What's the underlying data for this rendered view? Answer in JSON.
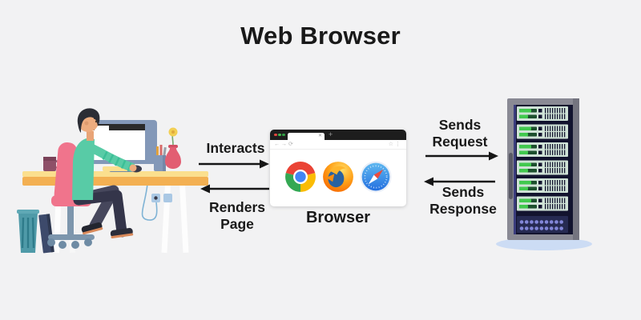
{
  "title": "Web Browser",
  "flow": {
    "interacts": "Interacts",
    "renders_page": "Renders\nPage",
    "sends_request": "Sends\nRequest",
    "sends_response": "Sends\nResponse"
  },
  "browser": {
    "caption": "Browser",
    "titlebar": {
      "tab_close_glyph": "✕",
      "new_tab_glyph": "+",
      "control_dot_colors": [
        "#e2483d",
        "#43b94d",
        "#2f9e43"
      ]
    },
    "toolbar": {
      "back_glyph": "←",
      "forward_glyph": "→",
      "refresh_glyph": "⟳",
      "star_glyph": "☆",
      "menu_glyph": "⋮"
    },
    "logos": [
      "chrome-icon",
      "firefox-icon",
      "safari-icon"
    ]
  },
  "illustrations": {
    "left": "user-browsing-at-desk",
    "right": "web-server-rack"
  },
  "colors": {
    "background": "#f2f2f3",
    "text": "#191919",
    "desk": "#f3b052",
    "desk_top": "#fbdf8e",
    "chair": "#f0748c",
    "shirt": "#58cba6",
    "pants": "#34354a",
    "skin": "#edac7f",
    "monitor_frame": "#8398b8",
    "trash_bin": "#4f9aa8",
    "vase": "#e25e72",
    "server_frame": "#8a8a94",
    "server_inner": "#12132e",
    "server_unit": "#cfe2d6",
    "server_led_green": "#41c94e",
    "server_dots_purple": "#8286d8",
    "floor_shadow": "#ccdcf4",
    "chrome_red": "#ea4335",
    "chrome_yellow": "#fbbc05",
    "chrome_green": "#34a853",
    "chrome_blue": "#4285f4",
    "firefox_orange": "#ffa31a",
    "firefox_body_blue": "#2a62a0",
    "safari_blue": "#2470e0",
    "safari_needle_red": "#ec4b3c"
  }
}
